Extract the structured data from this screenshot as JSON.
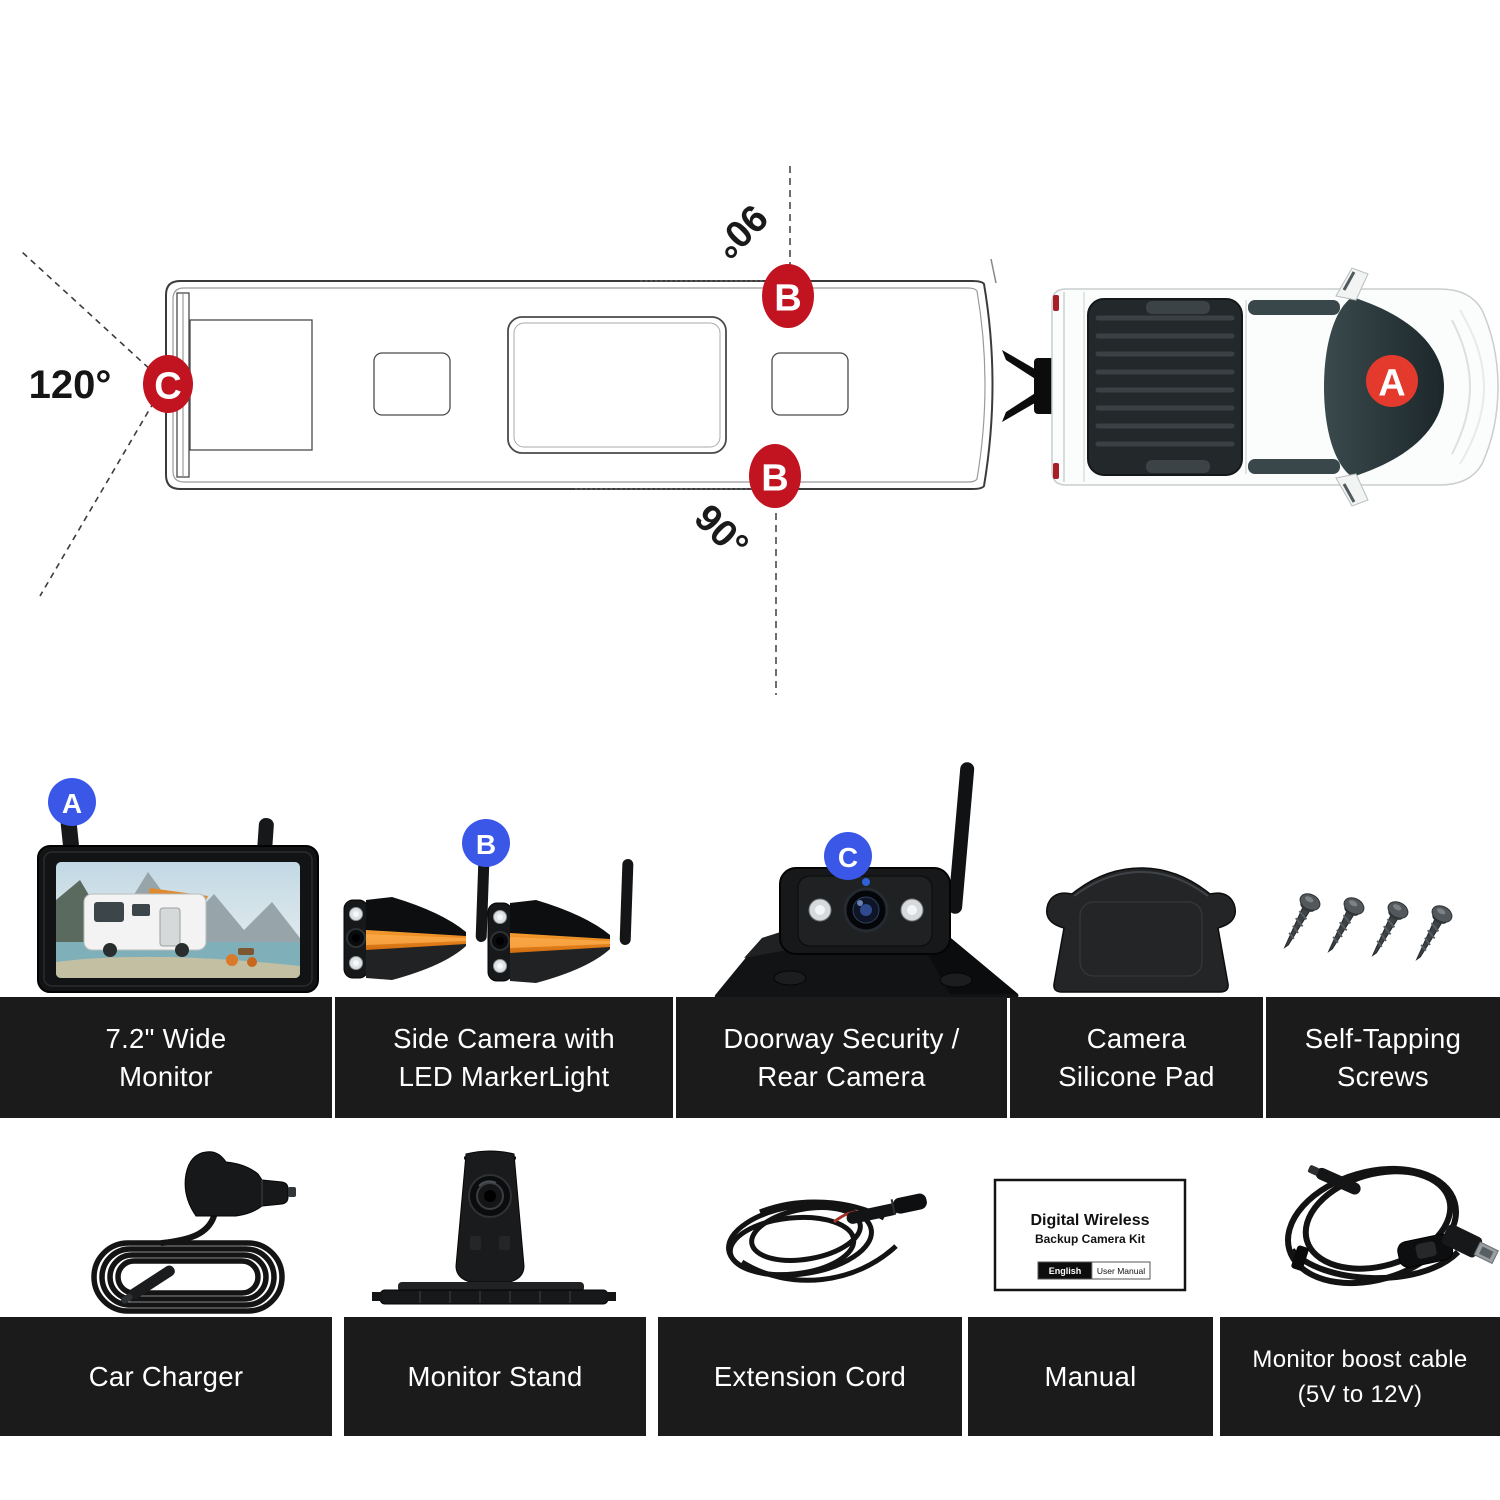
{
  "diagram": {
    "angle_left": "120°",
    "angle_top": "90°",
    "angle_bottom": "90°",
    "markers": {
      "a": "A",
      "b_top": "B",
      "b_bottom": "B",
      "c": "C"
    }
  },
  "products": {
    "badges": {
      "a": "A",
      "b": "B",
      "c": "C"
    },
    "row1": [
      {
        "line1": "7.2\" Wide",
        "line2": "Monitor"
      },
      {
        "line1": "Side Camera with",
        "line2": "LED MarkerLight"
      },
      {
        "line1": "Doorway Security /",
        "line2": "Rear Camera"
      },
      {
        "line1": "Camera",
        "line2": "Silicone Pad"
      },
      {
        "line1": "Self-Tapping",
        "line2": "Screws"
      }
    ],
    "row2": [
      {
        "line1": "Car Charger",
        "line2": ""
      },
      {
        "line1": "Monitor Stand",
        "line2": ""
      },
      {
        "line1": "Extension Cord",
        "line2": ""
      },
      {
        "line1": "Manual",
        "line2": ""
      },
      {
        "line1": "Monitor boost cable",
        "line2": "(5V to 12V)"
      }
    ],
    "manual": {
      "title": "Digital Wireless",
      "subtitle": "Backup Camera Kit",
      "lang": "English",
      "doc": "User Manual"
    }
  },
  "colors": {
    "marker_red": "#c21320",
    "marker_red_bright": "#e43a2d",
    "badge_blue": "#3a57e8",
    "bar_bg": "#1b1b1b",
    "accent_orange": "#ef8120"
  }
}
